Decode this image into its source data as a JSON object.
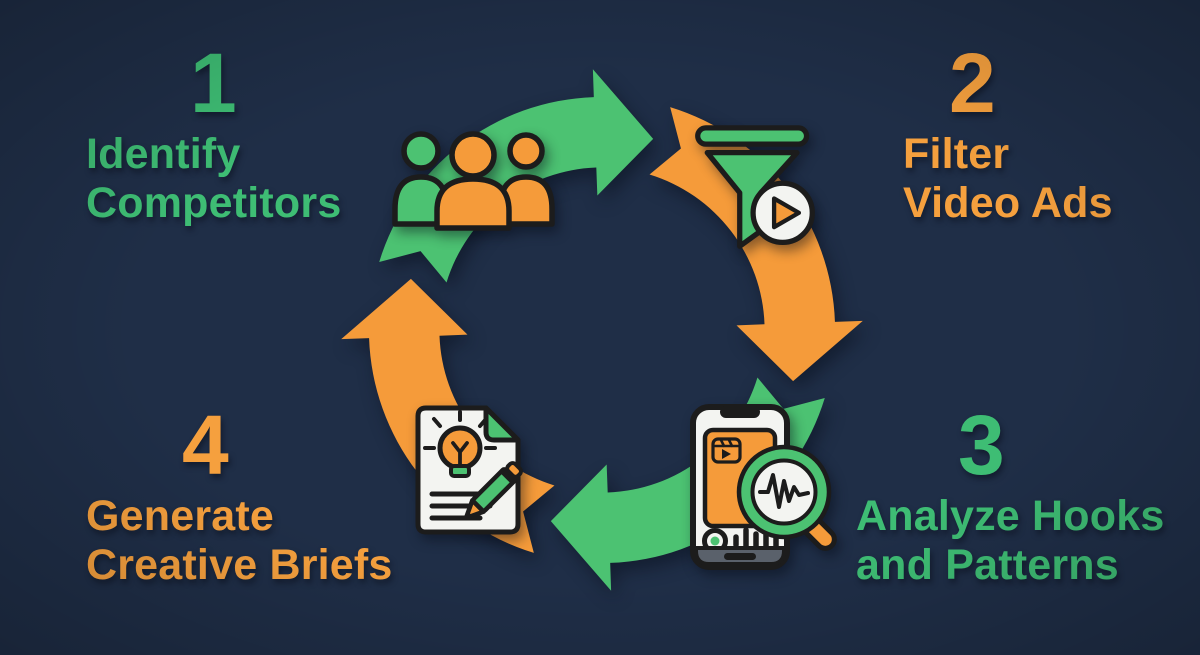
{
  "diagram": {
    "type": "cycle",
    "direction": "clockwise",
    "segment_colors": [
      "green",
      "orange",
      "green",
      "orange"
    ]
  },
  "steps": [
    {
      "number": "1",
      "line1": "Identify",
      "line2": "Competitors",
      "color": "green",
      "icon": "people-icon"
    },
    {
      "number": "2",
      "line1": "Filter",
      "line2": "Video Ads",
      "color": "orange",
      "icon": "funnel-play-icon"
    },
    {
      "number": "3",
      "line1": "Analyze Hooks",
      "line2": "and Patterns",
      "color": "green",
      "icon": "phone-magnifier-icon"
    },
    {
      "number": "4",
      "line1": "Generate",
      "line2": "Creative Briefs",
      "color": "orange",
      "icon": "document-pen-icon"
    }
  ],
  "icons": [
    "people-icon",
    "funnel-play-icon",
    "phone-magnifier-icon",
    "document-pen-icon"
  ],
  "colors": {
    "background": "#1f2e47",
    "green_text": "#3ebd74",
    "green_shape": "#4cc272",
    "orange_text": "#f5a03e",
    "orange_shape": "#f59b3a",
    "outline": "#1c1c1c",
    "paper_white": "#f3f4f1"
  }
}
